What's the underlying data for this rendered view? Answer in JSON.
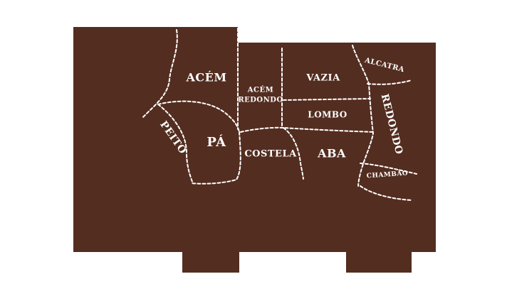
{
  "colors": {
    "background": "#ffffff",
    "body": "#532d20",
    "line": "#ffffff",
    "text": "#ffffff"
  },
  "cuts": {
    "acem": "ACÉM",
    "acem_redondo_line1": "ACÉM",
    "acem_redondo_line2": "REDONDO",
    "vazia": "VAZIA",
    "alcatra": "ALCATRA",
    "lombo": "LOMBO",
    "redondo": "REDONDO",
    "peito": "PEITO",
    "pa": "PÁ",
    "costela": "COSTELA",
    "aba": "ABA",
    "chambao": "CHAMBÃO"
  }
}
